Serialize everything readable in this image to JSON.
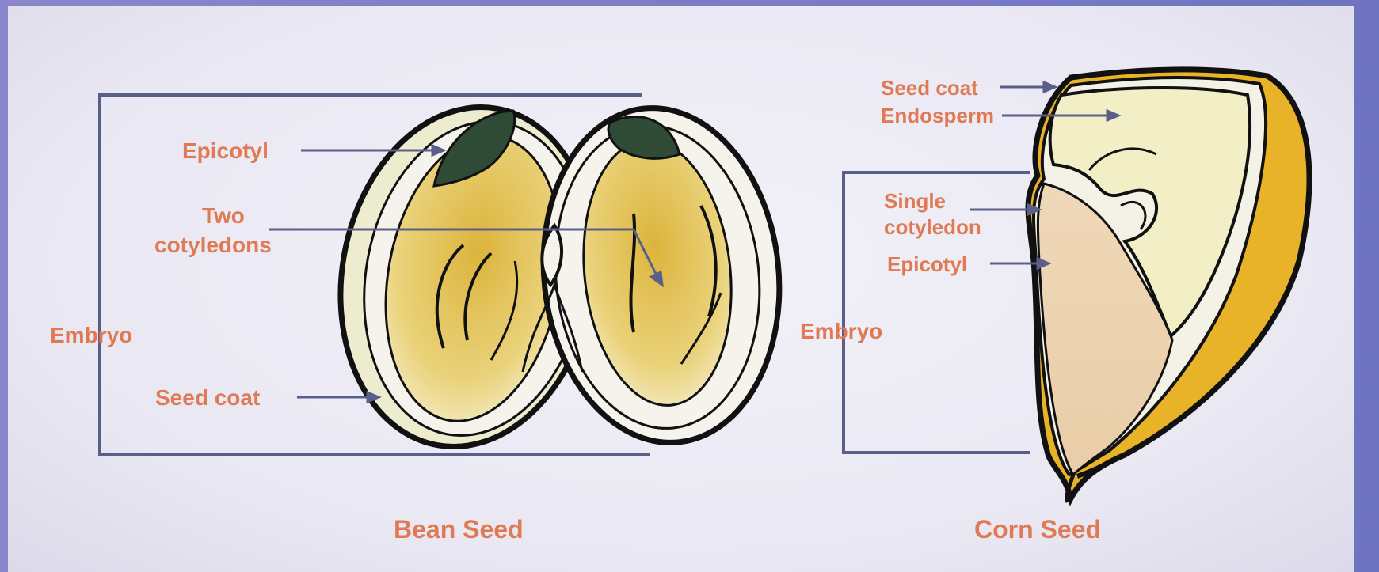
{
  "bean": {
    "title": "Bean Seed",
    "labels": {
      "epicotyl": "Epicotyl",
      "two_line1": "Two",
      "two_line2": "cotyledons",
      "embryo": "Embryo",
      "seed_coat": "Seed coat"
    }
  },
  "corn": {
    "title": "Corn Seed",
    "labels": {
      "seed_coat": "Seed coat",
      "endosperm": "Endosperm",
      "single_line1": "Single",
      "single_line2": "cotyledon",
      "epicotyl": "Epicotyl",
      "embryo": "Embryo"
    }
  },
  "colors": {
    "label": "#e07a55",
    "pointer": "#5a5f8a",
    "leaf": "#2f4a35",
    "cotyledon": "#e4c256",
    "corn_hull": "#e8b229",
    "endosperm": "#f2efc6",
    "corn_embryo": "#ecd2b4"
  }
}
